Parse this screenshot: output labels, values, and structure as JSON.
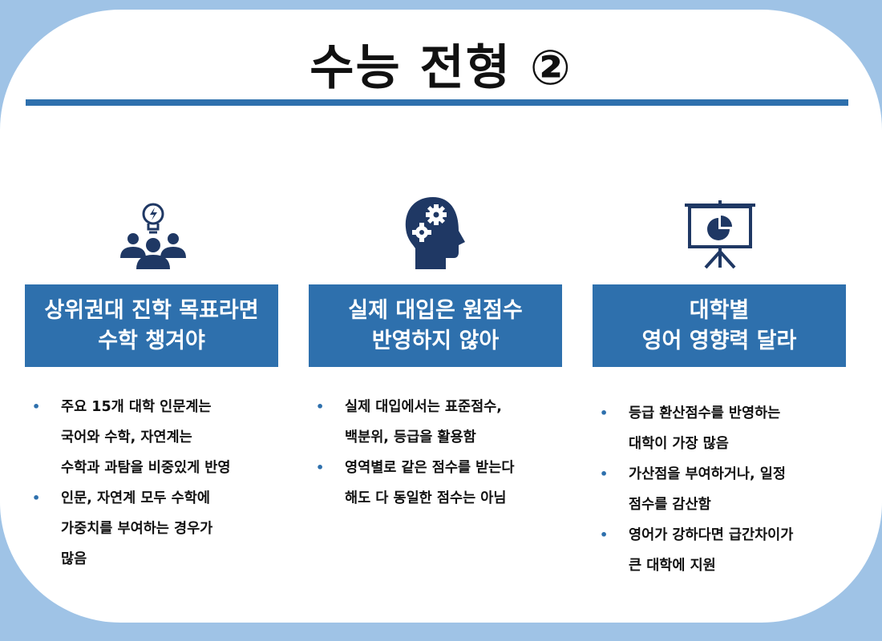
{
  "title": "수능 전형 ②",
  "columns": [
    {
      "icon": "team-lightbulb-icon",
      "heading": [
        "상위권대 진학 목표라면",
        "수학 챙겨야"
      ],
      "bullets": [
        [
          "주요 15개 대학 인문계는",
          "국어와 수학, 자연계는",
          "수학과 과탐을 비중있게 반영"
        ],
        [
          "인문, 자연계 모두 수학에",
          "가중치를 부여하는 경우가",
          "많음"
        ]
      ]
    },
    {
      "icon": "head-gears-icon",
      "heading": [
        "실제 대입은 원점수",
        "반영하지 않아"
      ],
      "bullets": [
        [
          " 실제 대입에서는 표준점수,",
          "백분위, 등급을 활용함"
        ],
        [
          "영역별로 같은 점수를 받는다",
          "해도 다 동일한 점수는 아님"
        ]
      ]
    },
    {
      "icon": "presentation-board-icon",
      "heading": [
        "대학별",
        "영어 영향력 달라"
      ],
      "bullets": [
        [
          "등급 환산점수를 반영하는",
          "대학이 가장 많음"
        ],
        [
          "가산점을 부여하거나,  일정",
          "점수를 감산함"
        ],
        [
          "영어가 강하다면 급간차이가",
          "큰 대학에 지원"
        ]
      ]
    }
  ],
  "colors": {
    "accent": "#2e70ad",
    "icon": "#1f3864",
    "frame": "#9fc3e6"
  }
}
